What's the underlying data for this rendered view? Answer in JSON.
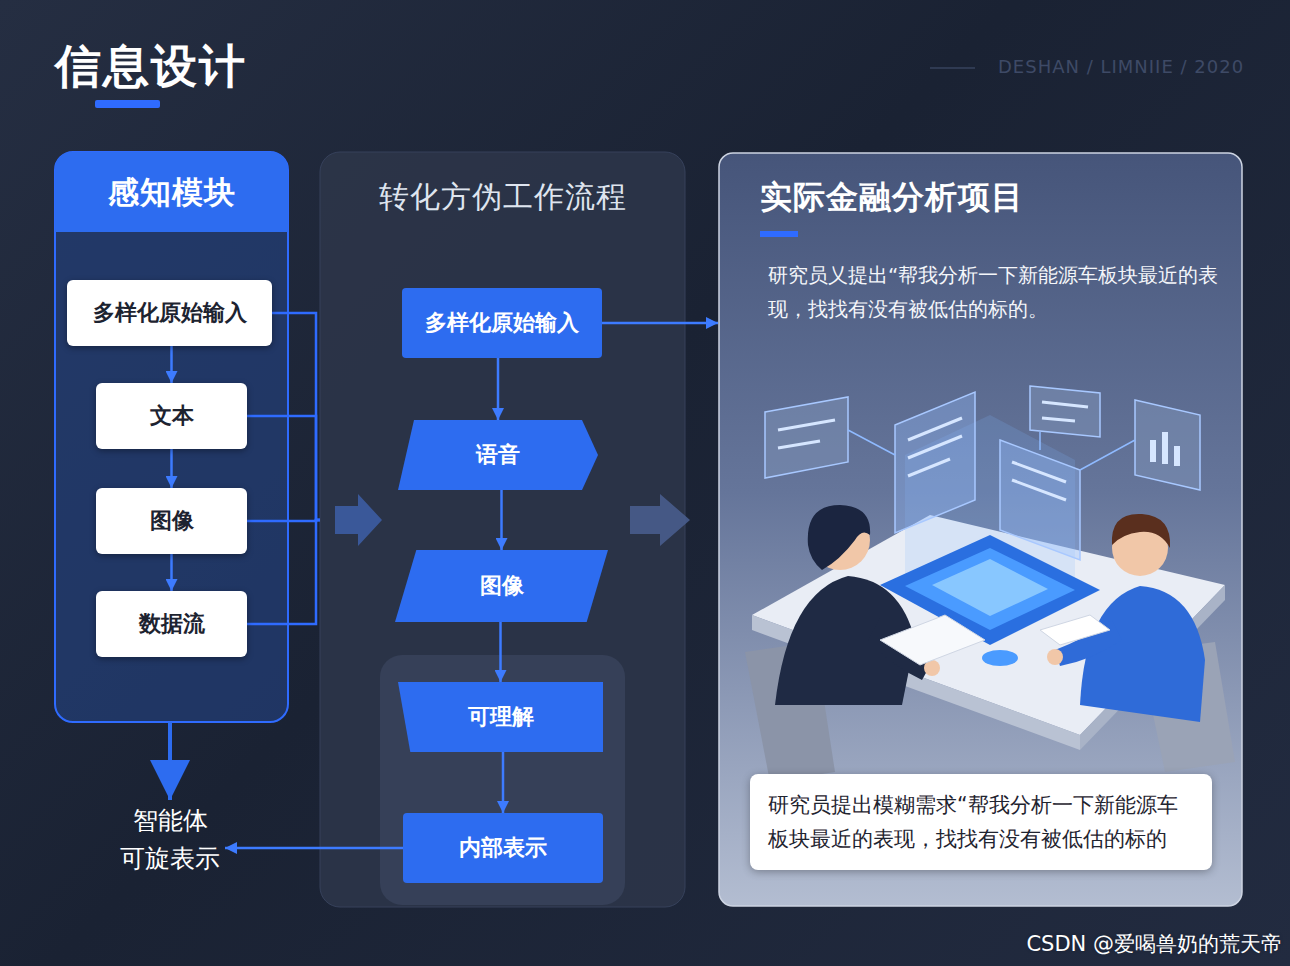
{
  "diagram": {
    "title": "信息设计",
    "nodes": [
      {
        "text": [
          "感知模块"
        ]
      },
      {
        "text": [
          "多样化原始输入"
        ],
        "in": 0
      },
      {
        "text": [
          "文本"
        ],
        "in": 0
      },
      {
        "text": [
          "图像"
        ],
        "in": 0
      },
      {
        "text": [
          "数据流"
        ],
        "in": 0
      },
      {
        "text": [
          "智能体 可旋表示"
        ]
      },
      {
        "text": [
          "转化方伪工作流程"
        ]
      },
      {
        "text": [
          "多样化原始输入"
        ],
        "in": 6
      },
      {
        "text": [
          "语音"
        ],
        "in": 6
      },
      {
        "text": [
          "图像"
        ],
        "in": 6
      },
      {
        "text": [
          "可理解"
        ],
        "in": 6
      },
      {
        "text": [
          "内部表示"
        ],
        "in": 6
      },
      {
        "text": [
          "实际金融分析项目",
          "研究员乂提出“帮我分析一下新能源车板块最近的表现，找找有没有被低估的标的。"
        ]
      },
      {
        "text": [
          "研究员提出模糊需求“帮我分析一下新能源车板块最近的表现，找找有没有被低估的标的"
        ],
        "in": 12
      }
    ],
    "edges": [
      {
        "from": 1,
        "to": 2,
        "arrow": "to"
      },
      {
        "from": 2,
        "to": 3,
        "arrow": "to"
      },
      {
        "from": 3,
        "to": 4,
        "arrow": "to"
      },
      {
        "from": 1,
        "to": 6,
        "arrow": "none"
      },
      {
        "from": 2,
        "to": 6,
        "arrow": "none"
      },
      {
        "from": 3,
        "to": 6,
        "arrow": "none"
      },
      {
        "from": 4,
        "to": 6,
        "arrow": "none"
      },
      {
        "from": 0,
        "to": 5,
        "arrow": "to"
      },
      {
        "from": 7,
        "to": 8,
        "arrow": "to"
      },
      {
        "from": 8,
        "to": 9,
        "arrow": "to"
      },
      {
        "from": 9,
        "to": 10,
        "arrow": "to"
      },
      {
        "from": 10,
        "to": 11,
        "arrow": "to"
      },
      {
        "from": 11,
        "to": 5,
        "arrow": "to"
      },
      {
        "from": 7,
        "to": 12,
        "arrow": "to"
      }
    ],
    "labels": [
      "DESHAN / LIMNIIE / 2020",
      "CSDN @爱喝兽奶的荒天帝"
    ]
  }
}
